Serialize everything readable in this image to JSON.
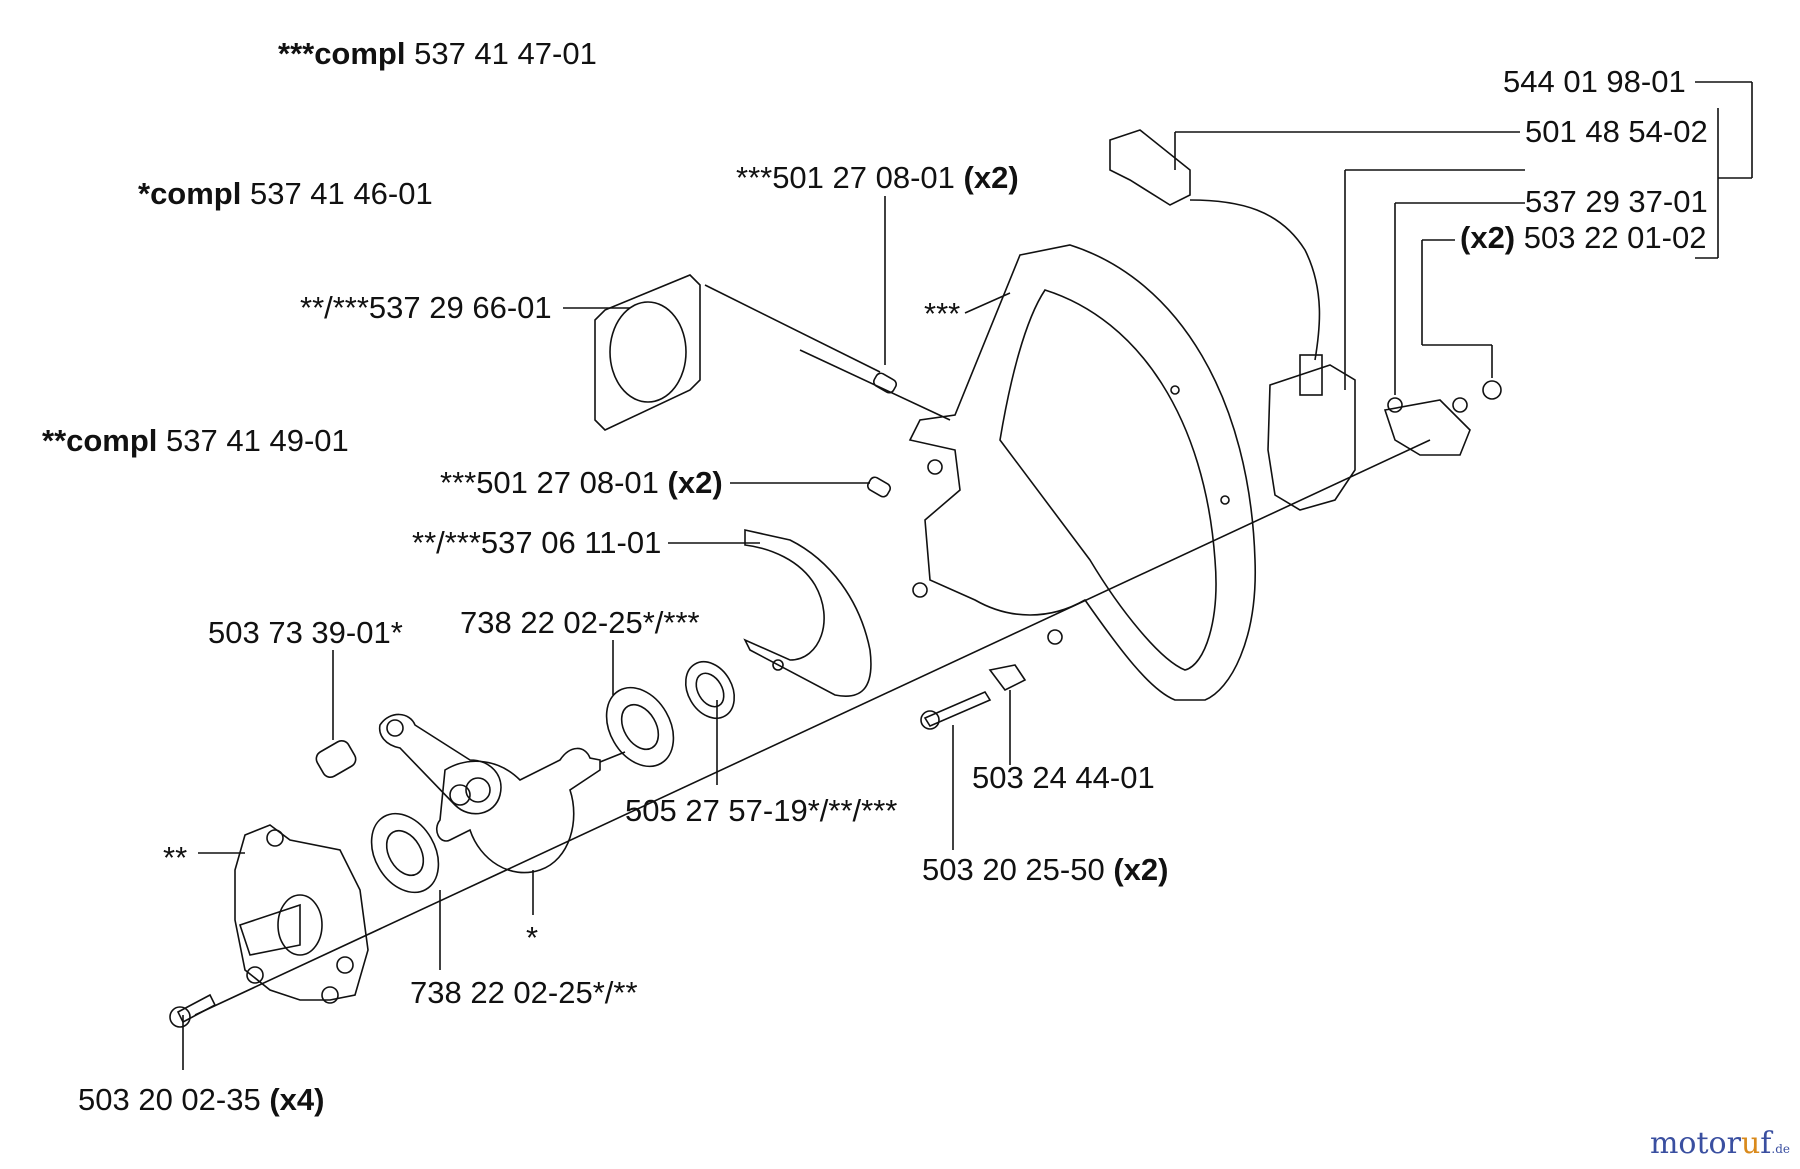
{
  "labels": {
    "set_7": {
      "bold": "***compl",
      "text": " 537 41 47-01"
    },
    "set_1": {
      "bold": "*compl",
      "text": " 537 41 46-01"
    },
    "set_2": {
      "bold": "**compl",
      "text": " 537 41 49-01"
    },
    "p_544": {
      "text": "544 01 98-01"
    },
    "p_501_48": {
      "text": "501 48 54-02"
    },
    "p_537_29_37": {
      "text": "537 29 37-01"
    },
    "p_503_22": {
      "bold": "(x2)",
      "text": " 503 22 01-02"
    },
    "p_501_27_top": {
      "text": "***501 27 08-01 ",
      "bold": "(x2)"
    },
    "p_537_29_66": {
      "text": "**/***537 29 66-01"
    },
    "p_crankcase": {
      "text": "***"
    },
    "p_501_27_mid": {
      "text": "***501 27 08-01 ",
      "bold": "(x2)"
    },
    "p_537_06": {
      "text": "**/***537 06 11-01"
    },
    "p_503_73": {
      "text": "503 73 39-01*"
    },
    "p_738_top": {
      "text": "738 22 02-25*/***"
    },
    "p_503_24": {
      "text": "503 24 44-01"
    },
    "p_505_27": {
      "text": "505 27 57-19*/**/***"
    },
    "p_503_20_25": {
      "text": "503 20 25-50 ",
      "bold": "(x2)"
    },
    "p_cover": {
      "text": "**"
    },
    "p_crank": {
      "text": "*"
    },
    "p_738_bot": {
      "text": "738 22 02-25*/**"
    },
    "p_503_20_02": {
      "text": "503 20 02-35 ",
      "bold": "(x4)"
    }
  },
  "watermark": {
    "part1": "motor",
    "part2": "u",
    "part3": "f",
    "suffix": ".de"
  }
}
